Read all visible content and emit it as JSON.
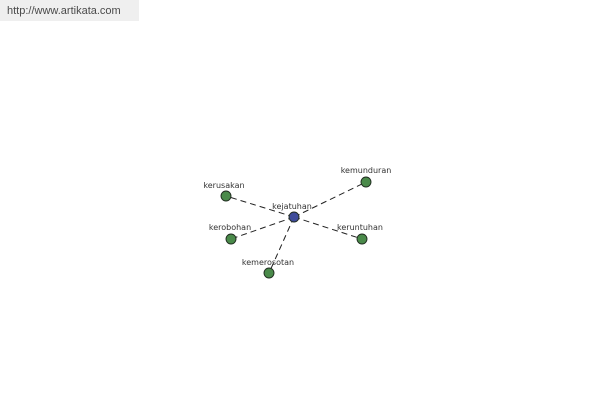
{
  "site_url": "http://www.artikata.com",
  "colors": {
    "center_node": "#3e4b9a",
    "leaf_node": "#4a8a4a",
    "edge": "#222222",
    "url_bar_bg": "#efefef"
  },
  "diagram": {
    "center": {
      "id": "kejatuhan",
      "label": "kejatuhan"
    },
    "nodes": [
      {
        "id": "kemunduran",
        "label": "kemunduran"
      },
      {
        "id": "kerusakan",
        "label": "kerusakan"
      },
      {
        "id": "kerobohan",
        "label": "kerobohan"
      },
      {
        "id": "keruntuhan",
        "label": "keruntuhan"
      },
      {
        "id": "kemerosotan",
        "label": "kemerosotan"
      }
    ],
    "edges": [
      {
        "from": "kejatuhan",
        "to": "kemunduran"
      },
      {
        "from": "kejatuhan",
        "to": "kerusakan"
      },
      {
        "from": "kejatuhan",
        "to": "kerobohan"
      },
      {
        "from": "kejatuhan",
        "to": "keruntuhan"
      },
      {
        "from": "kejatuhan",
        "to": "kemerosotan"
      }
    ]
  }
}
